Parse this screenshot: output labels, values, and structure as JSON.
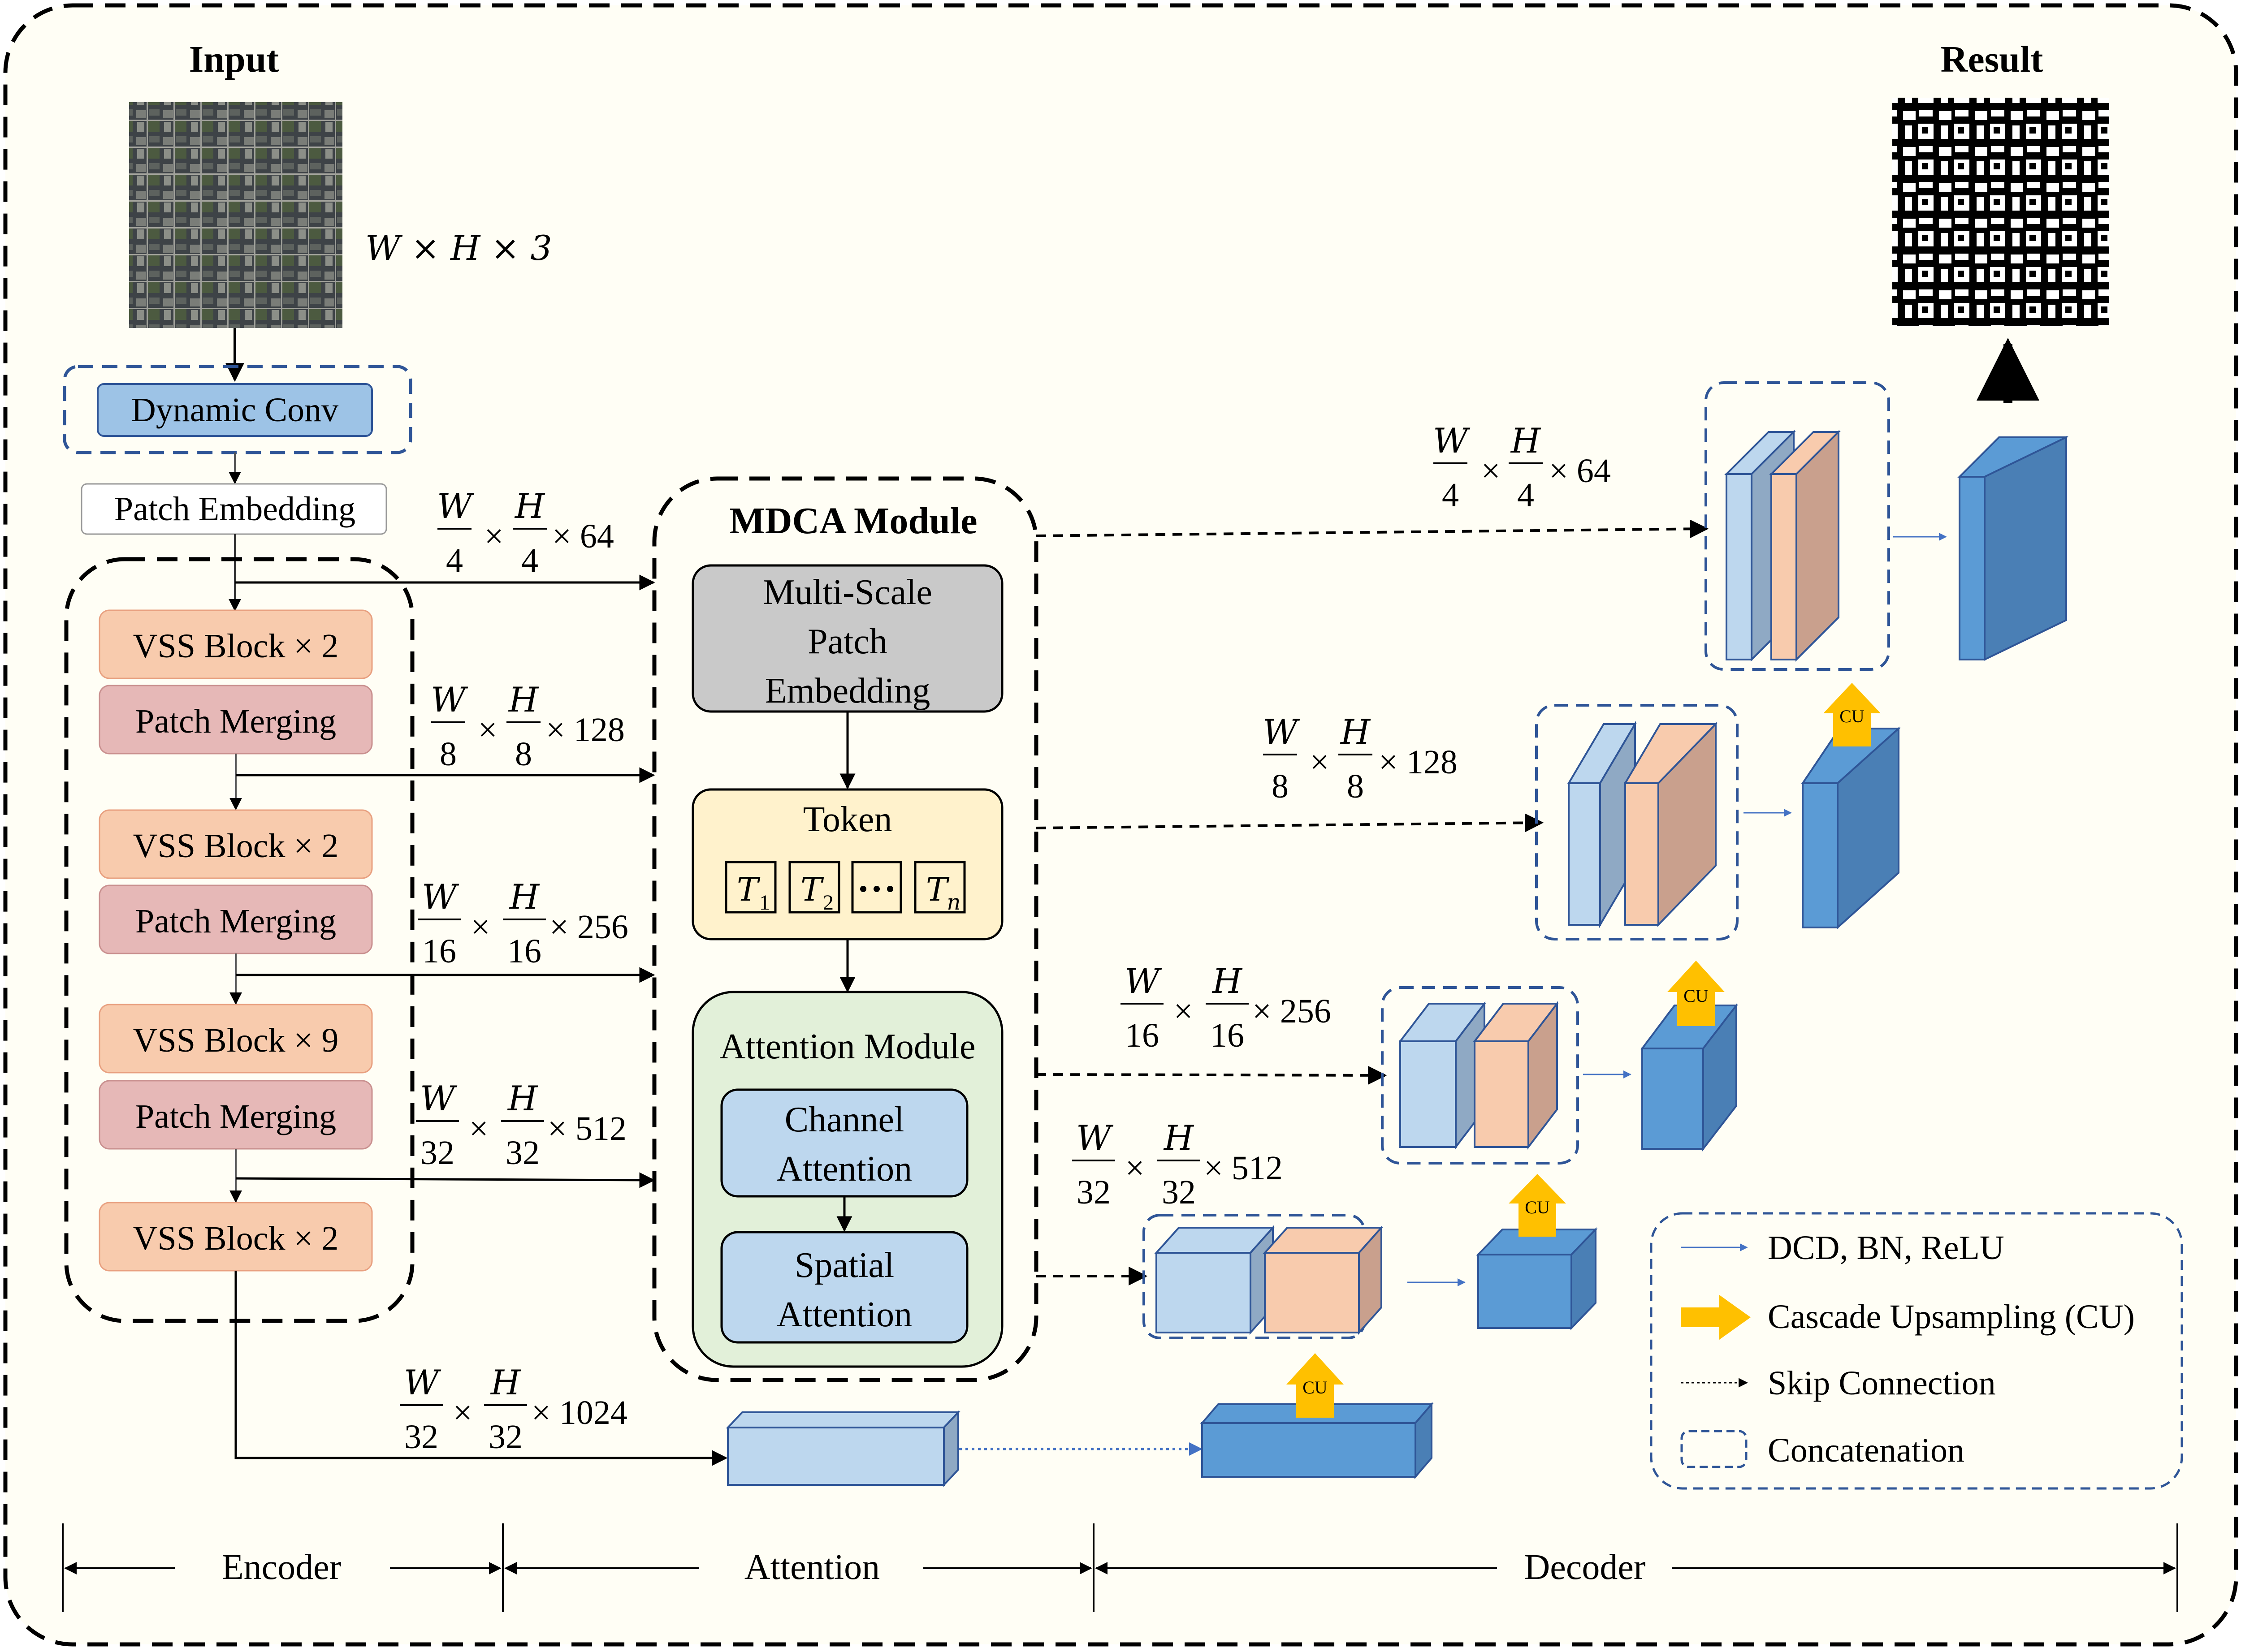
{
  "colors": {
    "canvas_bg": "#fffef5",
    "conv_blue": "#9dc3e6",
    "conv_border": "#2f5597",
    "vss_fill": "#f8cbad",
    "vss_border": "#e8a080",
    "merge_fill": "#e6b8b7",
    "merge_border": "#c9908f",
    "embed_gray": "#c9c9c9",
    "token_fill": "#fff2cc",
    "token_border": "#8a7a3a",
    "attn_fill": "#e2f0d9",
    "attn_border": "#3a3a3a",
    "cube_light_blue": "#bdd7ee",
    "cube_peach": "#f8cbad",
    "cube_blue": "#5b9bd5",
    "cu_arrow": "#ffc000",
    "arrow_thin_blue": "#4472c4"
  },
  "input": {
    "title": "Input",
    "dims": "W × H × 3"
  },
  "result": {
    "title": "Result"
  },
  "encoder": {
    "dynamic_conv": "Dynamic Conv",
    "patch_embedding": "Patch Embedding",
    "blocks": [
      "VSS Block × 2",
      "Patch Merging",
      "VSS Block × 2",
      "Patch Merging",
      "VSS Block × 9",
      "Patch Merging",
      "VSS Block × 2"
    ]
  },
  "features": [
    {
      "w": "W",
      "wd": "4",
      "h": "H",
      "hd": "4",
      "c": "× 64"
    },
    {
      "w": "W",
      "wd": "8",
      "h": "H",
      "hd": "8",
      "c": "× 128"
    },
    {
      "w": "W",
      "wd": "16",
      "h": "H",
      "hd": "16",
      "c": "× 256"
    },
    {
      "w": "W",
      "wd": "32",
      "h": "H",
      "hd": "32",
      "c": "× 512"
    },
    {
      "w": "W",
      "wd": "32",
      "h": "H",
      "hd": "32",
      "c": "× 1024"
    }
  ],
  "mdca": {
    "title": "MDCA Module",
    "multiscale": [
      "Multi-Scale",
      "Patch",
      "Embedding"
    ],
    "token_title": "Token",
    "tokens": [
      {
        "base": "T",
        "sub": "1"
      },
      {
        "base": "T",
        "sub": "2"
      },
      {
        "base": "T",
        "sub": "n"
      }
    ],
    "attention_title": "Attention Module",
    "channel_attention": [
      "Channel",
      "Attention"
    ],
    "spatial_attention": [
      "Spatial",
      "Attention"
    ]
  },
  "cu_label": "CU",
  "legend": {
    "items": [
      "DCD, BN, ReLU",
      "Cascade Upsampling (CU)",
      "Skip Connection",
      "Concatenation"
    ]
  },
  "sections": {
    "encoder": "Encoder",
    "attention": "Attention",
    "decoder": "Decoder"
  }
}
